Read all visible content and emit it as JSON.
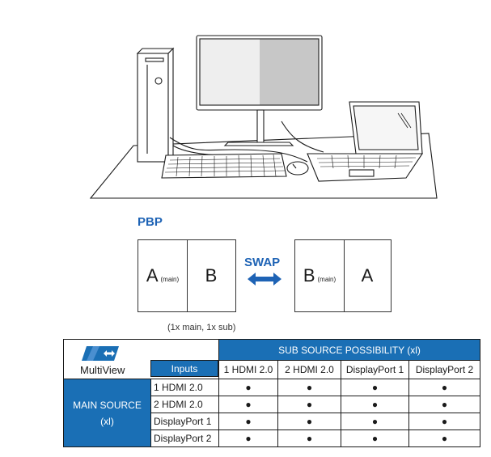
{
  "pbp": {
    "title": "PBP",
    "left_main": "A",
    "left_main_tag": "(main)",
    "left_sub": "B",
    "swap_label": "SWAP",
    "right_main": "B",
    "right_main_tag": "(main)",
    "right_sub": "A",
    "caption": "(1x main, 1x sub)"
  },
  "table": {
    "logo_text_bold": "Multi",
    "logo_text_regular": "View",
    "sub_source_header": "SUB SOURCE POSSIBILITY (xl)",
    "inputs_header": "Inputs",
    "main_source_label": "MAIN SOURCE",
    "main_source_sub": "(xl)",
    "columns": [
      "1 HDMI 2.0",
      "2 HDMI 2.0",
      "DisplayPort 1",
      "DisplayPort 2"
    ],
    "rows": [
      {
        "label": "1 HDMI 2.0",
        "cells": [
          "●",
          "●",
          "●",
          "●"
        ]
      },
      {
        "label": "2 HDMI 2.0",
        "cells": [
          "●",
          "●",
          "●",
          "●"
        ]
      },
      {
        "label": "DisplayPort 1",
        "cells": [
          "●",
          "●",
          "●",
          "●"
        ]
      },
      {
        "label": "DisplayPort 2",
        "cells": [
          "●",
          "●",
          "●",
          "●"
        ]
      }
    ]
  },
  "colors": {
    "accent_blue": "#1e63b5",
    "table_blue": "#1a6fb5"
  },
  "icons": [
    "desktop-setup-illustration",
    "multiview-logo-icon",
    "swap-arrow-icon"
  ]
}
